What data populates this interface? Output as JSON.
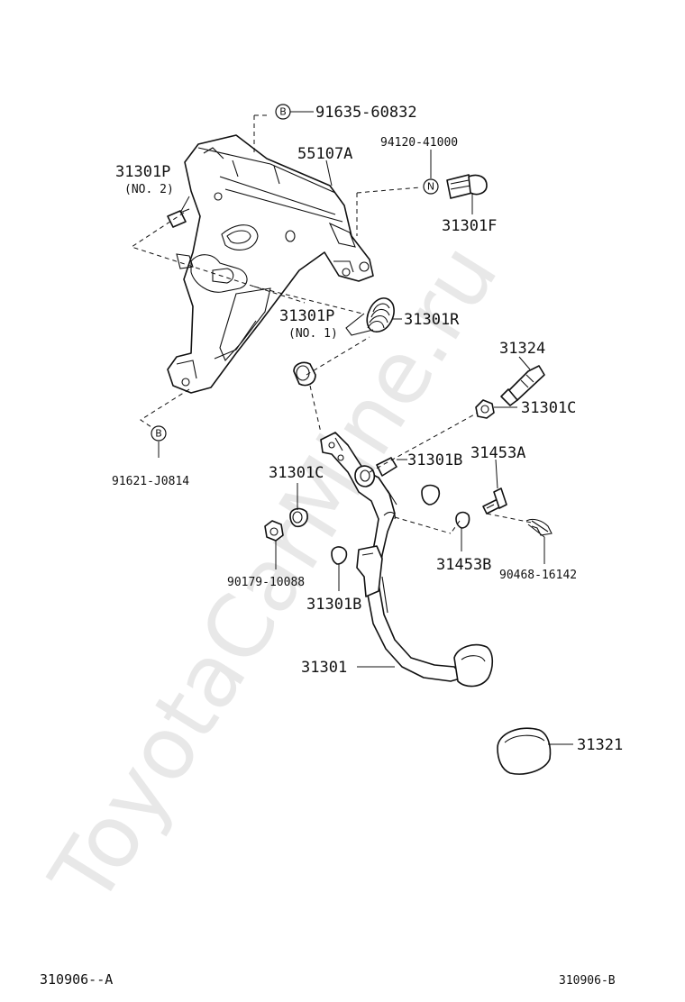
{
  "watermark": "ToyotaCarMine.ru",
  "labels": {
    "p91635": "91635-60832",
    "p55107a": "55107A",
    "p94120": "94120-41000",
    "p31301p_top": "31301P",
    "no2": "(NO. 2)",
    "p31301f": "31301F",
    "p31301p_mid": "31301P",
    "no1": "(NO. 1)",
    "p31301r": "31301R",
    "p31324": "31324",
    "p31301c_right": "31301C",
    "p91621": "91621-J0814",
    "p31301c_left": "31301C",
    "p31301b_upper": "31301B",
    "p31453a": "31453A",
    "p90179": "90179-10088",
    "p31453b": "31453B",
    "p90468": "90468-16142",
    "p31301b_lower": "31301B",
    "p31301": "31301",
    "p31321": "31321"
  },
  "symbols": {
    "b_top": "B",
    "n_bolt": "N",
    "b_bottom": "B"
  },
  "footer": {
    "left_code": "310906--A",
    "right_code": "310906-B"
  }
}
